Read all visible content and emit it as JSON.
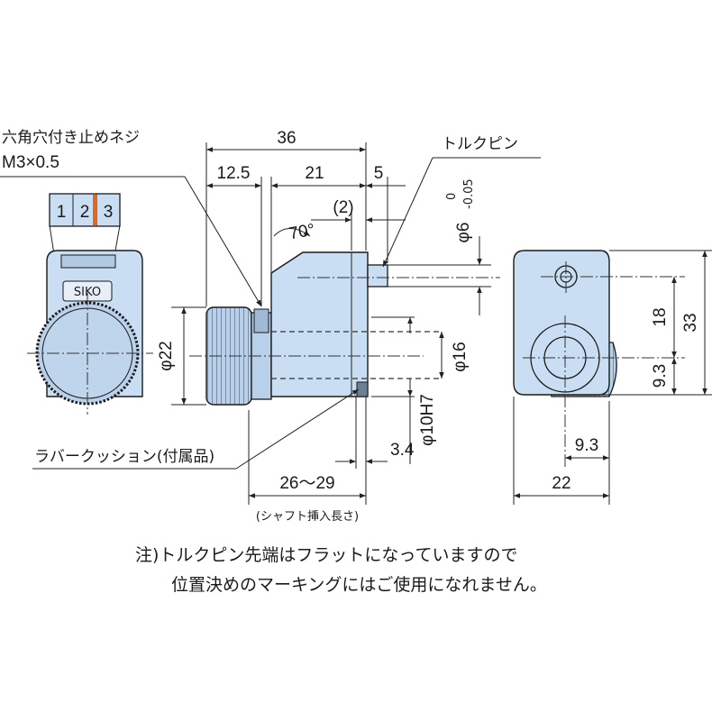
{
  "labels": {
    "hex_screw_line1": "六角穴付き止めネジ",
    "hex_screw_line2": "M3×0.5",
    "torque_pin": "トルクピン",
    "rubber_cushion": "ラバークッション(付属品)",
    "shaft_insert_length": "(シャフト挿入長さ)",
    "brand": "SIKO",
    "digit_1": "1",
    "digit_2": "2",
    "digit_3": "3"
  },
  "dimensions": {
    "overall_length": "36",
    "knob_length": "12.5",
    "body_length": "21",
    "pin_offset": "5",
    "pin_length": "(2)",
    "angle": "70°",
    "pin_diameter": "φ6",
    "pin_tol_upper": "0",
    "pin_tol_lower": "-0.05",
    "knob_diameter": "φ22",
    "body_inner_diameter": "φ16",
    "bore_diameter": "φ10H7",
    "cushion_thickness": "3.4",
    "shaft_insert": "26～29",
    "side_upper_height": "18",
    "side_total_height": "33",
    "side_lower_height": "9.3",
    "side_right_width": "9.3",
    "side_width": "22"
  },
  "note": {
    "line1": "注)トルクピン先端はフラットになっていますので",
    "line2": "位置決めのマーキングにはご使用になれません。"
  },
  "colors": {
    "body_fill": "#c9def2",
    "knob_fill": "#b8d0ea",
    "highlight_digit": "#e06a1a"
  }
}
